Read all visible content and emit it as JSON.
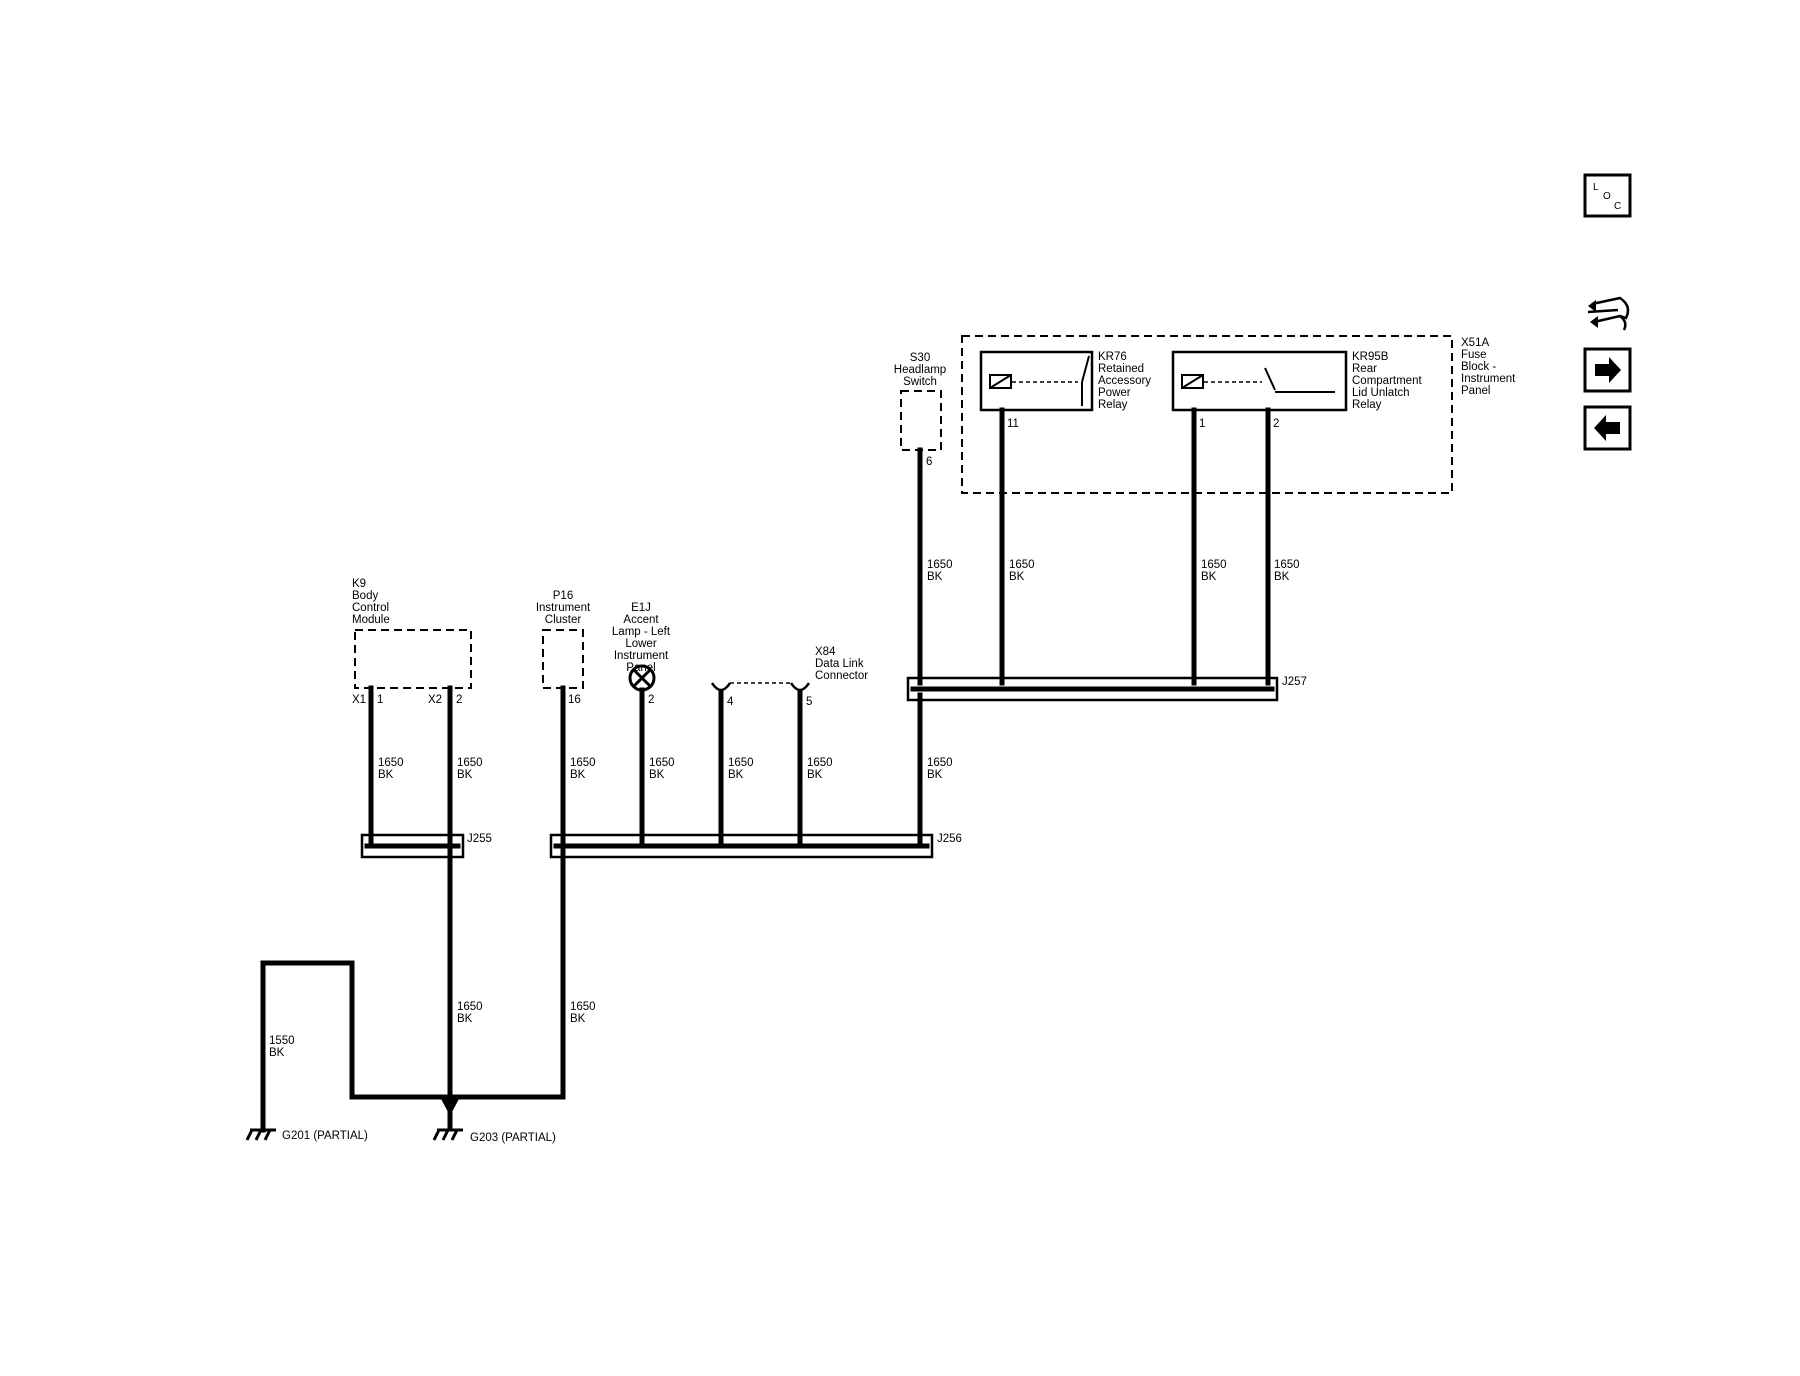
{
  "components": {
    "k9": {
      "lines": [
        "K9",
        "Body",
        "Control",
        "Module"
      ],
      "pin1_cav": "X1",
      "pin1": "1",
      "pin2_cav": "X2",
      "pin2": "2"
    },
    "p16": {
      "lines": [
        "P16",
        "Instrument",
        "Cluster"
      ],
      "pin": "16"
    },
    "e1j": {
      "lines": [
        "E1J",
        "Accent",
        "Lamp - Left",
        "Lower",
        "Instrument",
        "Panel"
      ],
      "pin": "2"
    },
    "x84": {
      "lines": [
        "X84",
        "Data Link",
        "Connector"
      ],
      "pin4": "4",
      "pin5": "5"
    },
    "s30": {
      "lines": [
        "S30",
        "Headlamp",
        "Switch"
      ],
      "pin": "6"
    },
    "kr76": {
      "lines": [
        "KR76",
        "Retained",
        "Accessory",
        "Power",
        "Relay"
      ],
      "pin": "11"
    },
    "kr95b": {
      "lines": [
        "KR95B",
        "Rear",
        "Compartment",
        "Lid Unlatch",
        "Relay"
      ],
      "pin1": "1",
      "pin2": "2"
    },
    "x51a": {
      "lines": [
        "X51A",
        "Fuse",
        "Block -",
        "Instrument",
        "Panel"
      ]
    }
  },
  "splices": {
    "j255": "J255",
    "j256": "J256",
    "j257": "J257"
  },
  "grounds": {
    "g201": "G201 (PARTIAL)",
    "g203": "G203 (PARTIAL)"
  },
  "wires": {
    "k9_x1": [
      "1650",
      "BK"
    ],
    "k9_x2": [
      "1650",
      "BK"
    ],
    "p16": [
      "1650",
      "BK"
    ],
    "e1j": [
      "1650",
      "BK"
    ],
    "x84_4": [
      "1650",
      "BK"
    ],
    "x84_5": [
      "1650",
      "BK"
    ],
    "j256_up": [
      "1650",
      "BK"
    ],
    "s30": [
      "1650",
      "BK"
    ],
    "kr76": [
      "1650",
      "BK"
    ],
    "kr95b_1": [
      "1650",
      "BK"
    ],
    "kr95b_2": [
      "1650",
      "BK"
    ],
    "g203_a": [
      "1650",
      "BK"
    ],
    "g203_b": [
      "1650",
      "BK"
    ],
    "g201": [
      "1550",
      "BK"
    ]
  },
  "nav_icons": {
    "loc_letters": [
      "L",
      "O",
      "C"
    ],
    "items": [
      "loc-icon",
      "connector-view-icon",
      "next-page-arrow-icon",
      "previous-page-arrow-icon"
    ]
  }
}
